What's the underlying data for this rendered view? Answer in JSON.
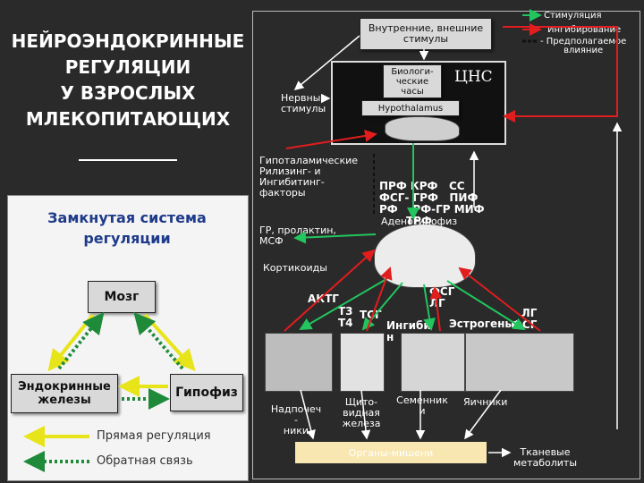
{
  "title": "НЕЙРОЭНДОКРИННЫЕ РЕГУЛЯЦИИ У ВЗРОСЛЫХ МЛЕКОПИТАЮЩИХ",
  "title_lines": [
    "НЕЙРОЭНДОКРИННЫЕ",
    "РЕГУЛЯЦИИ",
    "У ВЗРОСЛЫХ",
    "МЛЕКОПИТАЮЩИХ"
  ],
  "closed_system": "Замкнутая система регуляции",
  "closed_lines": [
    "Замкнутая система",
    "регуляции"
  ],
  "loop": {
    "brain": "Мозг",
    "glands": "Эндокринные железы",
    "glands_lines": [
      "Эндокринные",
      "железы"
    ],
    "pituitary": "Гипофиз"
  },
  "left_legend": {
    "direct": "Прямая регуляция",
    "feedback": "Обратная связь"
  },
  "top_legend": {
    "stimulation": "Стимуляция",
    "inhibition": "Ингибирование",
    "presumed": "- Предполагаемое влияние",
    "presumed_lines": [
      "- Предполагаемое",
      "влияние"
    ]
  },
  "stimuli": {
    "internal_external": "Внутренние, внешние стимулы",
    "ie_lines": [
      "Внутренние, внешние",
      "стимулы"
    ],
    "nervous": "Нервные стимулы",
    "nervous_lines": [
      "Нервные",
      "стимулы"
    ],
    "bioclock": "Биологические часы",
    "bioclock_lines": [
      "Биологи-",
      "ческие",
      "часы"
    ]
  },
  "cns": "ЦНС",
  "hypothalamus": "Hypothalamus",
  "releasing": {
    "text": "Гипоталамические Рилизинг- и Ингибитинг- факторы",
    "lines": [
      "Гипоталамические",
      "Рилизинг- и",
      "Ингибитинг-",
      "факторы"
    ]
  },
  "factors": {
    "lines": [
      "ПРФ КРФ   СС",
      "ФСГ- ГРФ   ПИФ",
      "РФ    РФ-ГР МИФ",
      "ТРФ"
    ]
  },
  "adenohypophysis": "Аденогипофиз",
  "hormones": {
    "gr_prl": "ГР, пролактин, МСФ",
    "gr_lines": [
      "ГР, пролактин,",
      "МСФ"
    ],
    "corticoids": "Кортикоиды",
    "actg": "АКТГ",
    "t3t4": "Т3 Т4",
    "t3t4_lines": [
      "Т3",
      "Т4"
    ],
    "tsg": "ТСГ",
    "fsg_lg": "ФСГ ЛГ",
    "fsg_lg_lines": [
      "ФСГ",
      "ЛГ"
    ],
    "inhibin": "Ингибин",
    "inhibin_lines": [
      "Ингиби",
      "н"
    ],
    "estrogens": "Эстрогены",
    "lg_fsg": "ЛГ ФСГ",
    "lg_fsg_lines": [
      "ЛГ",
      "ФСГ"
    ]
  },
  "organs": {
    "adrenals": "Надпочечники",
    "adrenals_lines": [
      "Надпочеч",
      "-",
      "ники"
    ],
    "thyroid": "Щитовидная железа",
    "thyroid_lines": [
      "Щито-",
      "видная",
      "железа"
    ],
    "testes": "Семенники",
    "testes_lines": [
      "Семенник",
      "и"
    ],
    "ovaries": "Яичники"
  },
  "targets": "Органы-мишени",
  "tissue_metabolites": "Тканевые метаболиты",
  "tissue_lines": [
    "Тканевые",
    "метаболиты"
  ],
  "colors": {
    "stimulation": "#22c55e",
    "inhibition": "#e11d1d",
    "presumed": "#111111",
    "target_box": "#f8e7b0",
    "arrow_yellow": "#e8e41a",
    "arrow_green": "#1f8a3a"
  }
}
